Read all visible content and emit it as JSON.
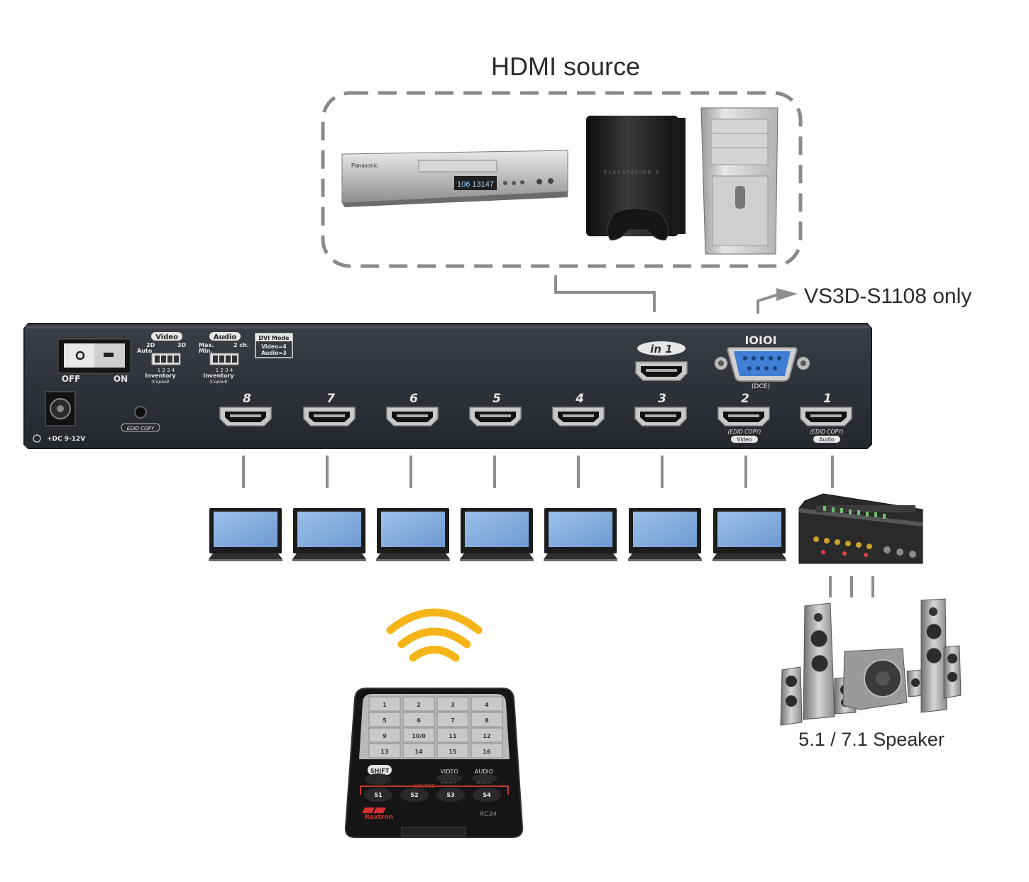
{
  "labels": {
    "hdmi_source": "HDMI source",
    "vs3d_note": "VS3D-S1108 only",
    "speaker": "5.1 / 7.1 Speaker"
  },
  "device": {
    "power_off": "OFF",
    "power_on": "ON",
    "dc_label": "+DC 9-12V",
    "edid_copy_button": "EDID COPY",
    "video_switch": {
      "title": "Video",
      "left": "2D",
      "auto": "Auto",
      "right": "3D",
      "pins": "1 2 3 4",
      "inventory": "Inventory",
      "copied": "(Copied)"
    },
    "audio_switch": {
      "title": "Audio",
      "max": "Max.",
      "min": "Min.",
      "right": "2 ch.",
      "pins": "1 2 3 4",
      "inventory": "Inventory",
      "copied": "(Copied)"
    },
    "dvi_mode": {
      "title": "DVI Mode",
      "line1": "Video=4",
      "line2": "Audio=3"
    },
    "input_label": "in 1",
    "rs232_label": "IOIOI",
    "dce_label": "(DCE)",
    "outputs": [
      "8",
      "7",
      "6",
      "5",
      "4",
      "3",
      "2",
      "1"
    ],
    "port2_note": "(EDID COPY)",
    "port2_tag": "Video",
    "port1_note": "(EDID COPY)",
    "port1_tag": "Audio"
  },
  "sources": {
    "dvd_brand": "Panasonic",
    "dvd_display": "106 13147",
    "console_brand": "PLAYSTATION 3"
  },
  "remote": {
    "keys": [
      "1",
      "2",
      "3",
      "4",
      "5",
      "6",
      "7",
      "8",
      "9",
      "10/0",
      "11",
      "12",
      "13",
      "14",
      "15",
      "16"
    ],
    "shift": "SHIFT",
    "video": "VIDEO",
    "audio": "AUDIO",
    "on_off_1": "ON/OFF",
    "on_off_2": "ON/OFF",
    "source": "SOURCE",
    "s1": "S1",
    "s2": "S2",
    "s3": "S3",
    "s4": "S4",
    "brand": "Rextron",
    "model": "RC34"
  },
  "colors": {
    "dashed_box": "#8a8a8a",
    "connector_line": "#8e8e8e",
    "panel": "#2d3036",
    "screen": "#7ea9dd",
    "wifi": "#f5b418",
    "db9": "#3f7fd6"
  }
}
